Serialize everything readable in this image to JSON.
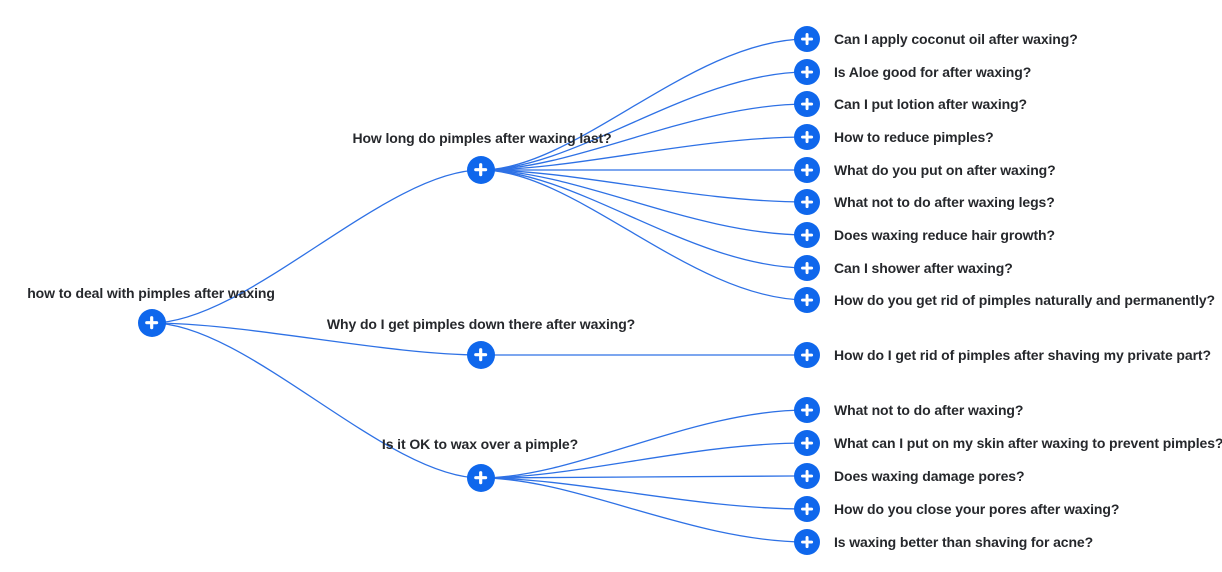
{
  "root": {
    "label": "how to deal with pimples after waxing"
  },
  "branches": [
    {
      "label": "How long do pimples after waxing last?",
      "children": [
        "Can I apply coconut oil after waxing?",
        "Is Aloe good for after waxing?",
        "Can I put lotion after waxing?",
        "How to reduce pimples?",
        "What do you put on after waxing?",
        "What not to do after waxing legs?",
        "Does waxing reduce hair growth?",
        "Can I shower after waxing?",
        "How do you get rid of pimples naturally and permanently?"
      ]
    },
    {
      "label": "Why do I get pimples down there after waxing?",
      "children": [
        "How do I get rid of pimples after shaving my private part?"
      ]
    },
    {
      "label": "Is it OK to wax over a pimple?",
      "children": [
        "What not to do after waxing?",
        "What can I put on my skin after waxing to prevent pimples?",
        "Does waxing damage pores?",
        "How do you close your pores after waxing?",
        "Is waxing better than shaving for acne?"
      ]
    }
  ],
  "icons": {
    "node_button": "plus-icon"
  },
  "colors": {
    "node_fill": "#0f67ec",
    "edge_stroke": "#2e71e5",
    "plus_glyph": "#ffffff",
    "label_text": "#26282c",
    "background": "#ffffff"
  }
}
